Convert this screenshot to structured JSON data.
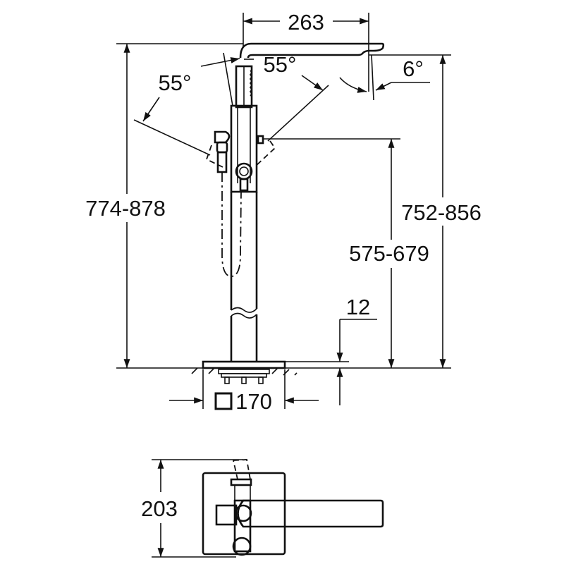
{
  "drawing": {
    "type": "technical dimension drawing",
    "subject": "freestanding bath mixer",
    "line_color": "#111111",
    "background": "#ffffff"
  },
  "dimensions": {
    "spout_reach": "263",
    "handle_angle_right": "55°",
    "handle_angle_left": "55°",
    "spout_tilt": "6°",
    "overall_height": "774-878",
    "spout_height": "752-856",
    "handshower_holder_height": "575-679",
    "base_plate_thickness": "12",
    "base_plate_size": "170",
    "base_plate_symbol": "square",
    "plan_depth": "203"
  },
  "views": {
    "elevation": "front elevation with floor base",
    "plan": "top plan view"
  }
}
